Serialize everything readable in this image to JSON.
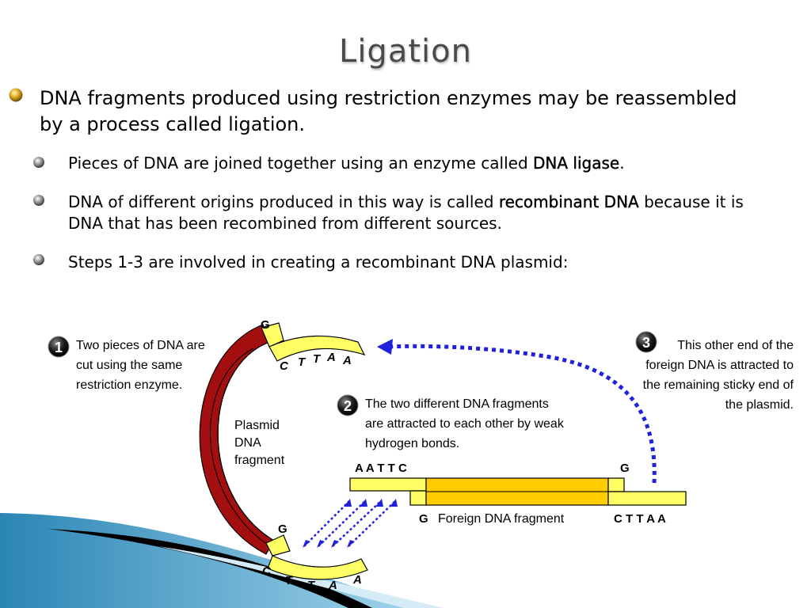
{
  "slide": {
    "title": "Ligation",
    "bullet_main": "DNA fragments produced using restriction enzymes may be reassembled by a process called ligation.",
    "bullet_joined": {
      "text": "Pieces of DNA are joined together using an enzyme called ",
      "bold": "DNA ligase",
      "after": "."
    },
    "bullet_recombinant": {
      "text": "DNA of different origins produced in this way is called ",
      "bold": "recombinant DNA",
      "after": " because it is DNA that has been recombined from different sources."
    },
    "bullet_steps": "Steps 1-3 are involved in creating a recombinant DNA plasmid:"
  },
  "diagram": {
    "step1": {
      "number": "1",
      "text": "Two pieces of DNA are cut using the same restriction enzyme."
    },
    "step2": {
      "number": "2",
      "text": "The two different DNA fragments are attracted to each other by weak hydrogen bonds."
    },
    "step3": {
      "number": "3",
      "text": "This other end of the foreign DNA is attracted to the remaining sticky end of the plasmid."
    },
    "plasmid_label": "Plasmid DNA fragment",
    "foreign_label": "Foreign DNA fragment",
    "bases": {
      "plasmid_top_g": "G",
      "plasmid_top_seq": [
        "C",
        "T",
        "T",
        "A",
        "A"
      ],
      "plasmid_bottom_g": "G",
      "plasmid_bottom_seq": [
        "C",
        "T",
        "T",
        "A",
        "A"
      ],
      "foreign_left_top": "A A T T C",
      "foreign_left_bottom": "G",
      "foreign_right_top": "G",
      "foreign_right_bottom": "C T T A A"
    },
    "colors": {
      "plasmid_red": "#a30f0f",
      "sticky_yellow": "#ffff66",
      "foreign_gold": "#ffcc00",
      "bond_blue": "#2020dd"
    }
  }
}
